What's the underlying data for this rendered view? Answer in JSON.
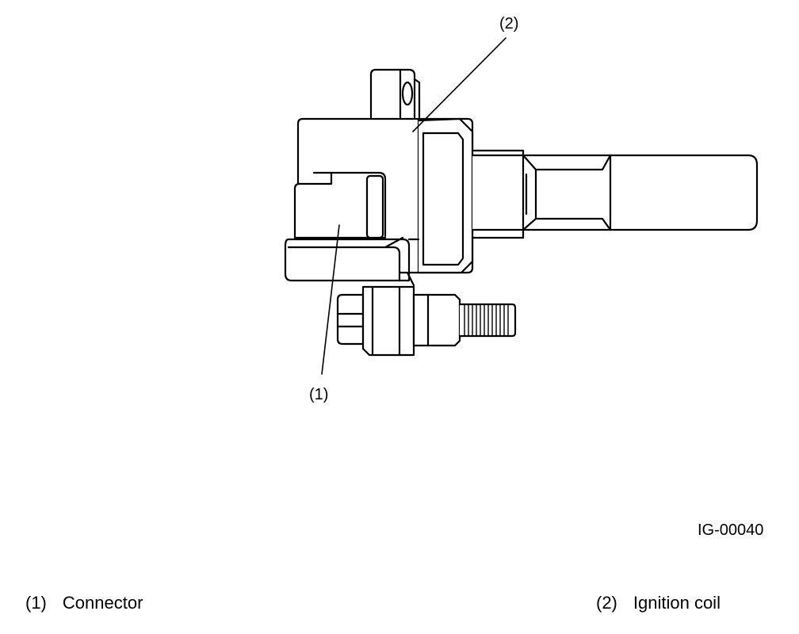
{
  "diagram": {
    "callouts": [
      {
        "id": "1",
        "label": "(1)"
      },
      {
        "id": "2",
        "label": "(2)"
      }
    ],
    "figure_id": "IG-00040"
  },
  "legend": [
    {
      "number": "(1)",
      "text": "Connector"
    },
    {
      "number": "(2)",
      "text": "Ignition coil"
    }
  ]
}
